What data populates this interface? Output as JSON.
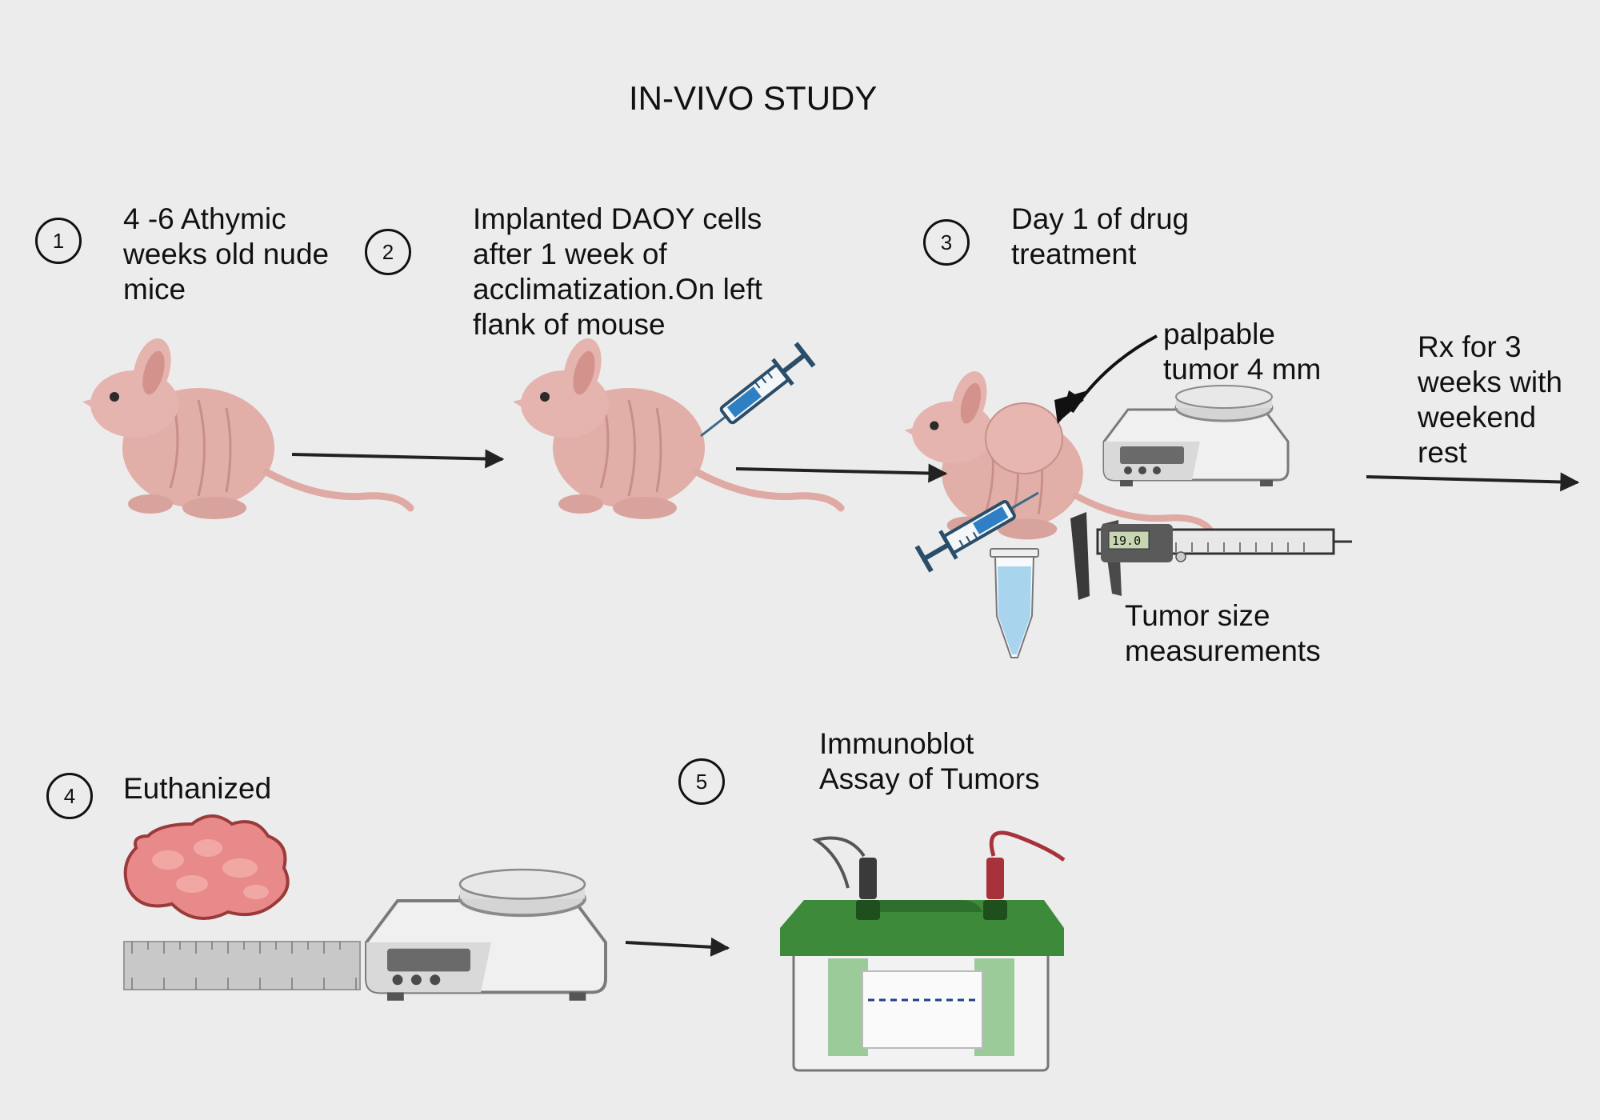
{
  "title": "IN-VIVO STUDY",
  "steps": [
    {
      "number": "1",
      "lines": [
        "4 -6 Athymic",
        "weeks old nude",
        "mice"
      ]
    },
    {
      "number": "2",
      "lines": [
        "Implanted DAOY cells",
        "after 1 week of",
        "acclimatization.On left",
        "flank of mouse"
      ]
    },
    {
      "number": "3",
      "lines": [
        "Day 1 of drug",
        "treatment"
      ]
    },
    {
      "number": "4",
      "lines": [
        "Euthanized"
      ]
    },
    {
      "number": "5",
      "lines": [
        "Immunoblot",
        "Assay of Tumors"
      ]
    }
  ],
  "annotations": {
    "palpable": [
      "palpable",
      "tumor 4 mm"
    ],
    "rx": [
      "Rx for 3",
      "weeks with",
      "weekend",
      "rest"
    ],
    "tumor_size": [
      "Tumor size",
      "measurements"
    ],
    "caliper_readout": "19.0"
  },
  "colors": {
    "background": "#ececec",
    "mouse_skin": "#e2aea8",
    "syringe_blue": "#2f7fc4",
    "tumor_pink": "#e98a8a",
    "gel_box_green": "#3d8a3a",
    "electrode_red": "#a8323c"
  }
}
